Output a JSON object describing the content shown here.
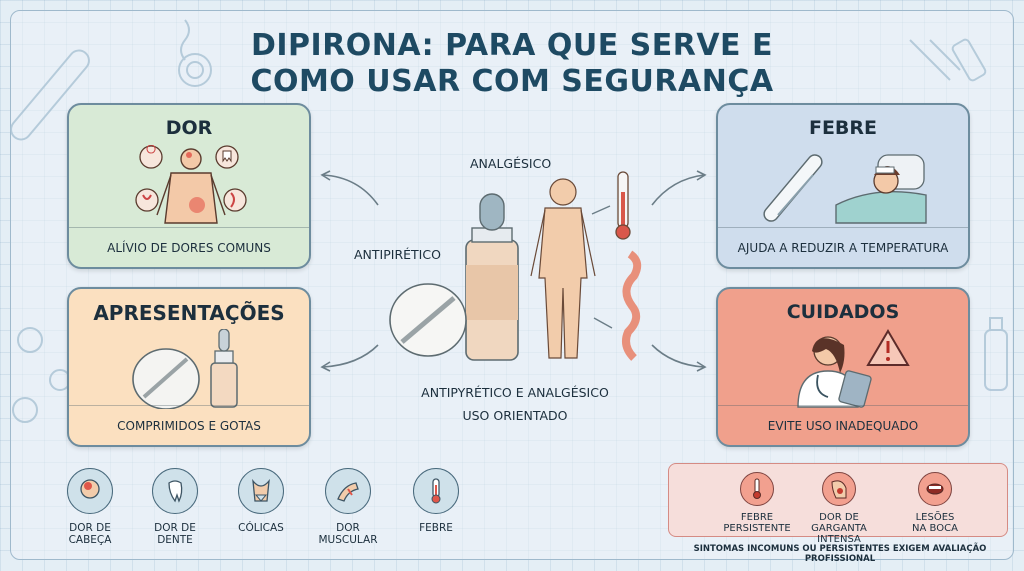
{
  "title_line1": "DIPIRONA: PARA QUE SERVE E",
  "title_line2": "COMO USAR COM SEGURANÇA",
  "cards": {
    "dor": {
      "title": "DOR",
      "caption": "ALÍVIO DE DORES COMUNS"
    },
    "apresentacoes": {
      "title": "APRESENTAÇÕES",
      "caption": "COMPRIMIDOS E GOTAS"
    },
    "febre": {
      "title": "FEBRE",
      "caption": "AJUDA A REDUZIR A TEMPERATURA"
    },
    "cuidados": {
      "title": "CUIDADOS",
      "caption": "EVITE USO INADEQUADO"
    }
  },
  "center": {
    "label_top": "ANALGÉSICO",
    "label_left": "ANTIPIRÉTICO",
    "subtitle_line1": "ANTIPYRÉTICO E ANALGÉSICO",
    "subtitle_line2": "USO ORIENTADO"
  },
  "symptoms": [
    {
      "line1": "DOR DE",
      "line2": "CABEÇA",
      "icon": "head-icon"
    },
    {
      "line1": "DOR DE",
      "line2": "DENTE",
      "icon": "tooth-icon"
    },
    {
      "line1": "CÓLICAS",
      "line2": "",
      "icon": "abdomen-icon"
    },
    {
      "line1": "DOR",
      "line2": "MUSCULAR",
      "icon": "muscle-icon"
    },
    {
      "line1": "FEBRE",
      "line2": "",
      "icon": "thermometer-icon"
    }
  ],
  "warnings": [
    {
      "line1": "FEBRE",
      "line2": "PERSISTENTE",
      "icon": "thermometer-icon"
    },
    {
      "line1": "DOR DE GARGANTA",
      "line2": "INTENSA",
      "icon": "throat-icon"
    },
    {
      "line1": "LESÕES",
      "line2": "NA BOCA",
      "icon": "mouth-icon"
    }
  ],
  "warning_note": "SINTOMAS INCOMUNS OU PERSISTENTES EXIGEM AVALIAÇÃO PROFISSIONAL",
  "colors": {
    "dor": "#d8ead6",
    "apresentacoes": "#fbe0c0",
    "febre": "#cfdded",
    "cuidados": "#f0a08c",
    "title": "#1e4a63"
  }
}
